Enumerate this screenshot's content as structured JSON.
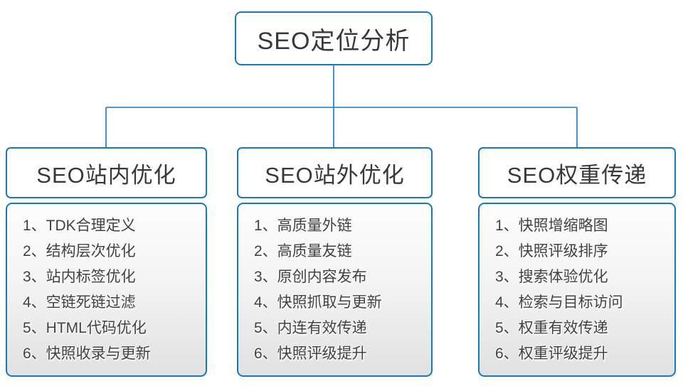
{
  "colors": {
    "accent": "#1878be",
    "card_background": "#ffffff",
    "list_gradient_top": "#fdfdfd",
    "list_gradient_bottom": "#e1e1e1",
    "text": "#3c3c3c"
  },
  "diagram": {
    "root": {
      "label": "SEO定位分析"
    },
    "branches": [
      {
        "title": "SEO站内优化",
        "items": [
          "1、TDK合理定义",
          "2、结构层次优化",
          "3、站内标签优化",
          "4、空链死链过滤",
          "5、HTML代码优化",
          "6、快照收录与更新"
        ]
      },
      {
        "title": "SEO站外优化",
        "items": [
          "1、高质量外链",
          "2、高质量友链",
          "3、原创内容发布",
          "4、快照抓取与更新",
          "5、内连有效传递",
          "6、快照评级提升"
        ]
      },
      {
        "title": "SEO权重传递",
        "items": [
          "1、快照增缩略图",
          "2、快照评级排序",
          "3、搜索体验优化",
          "4、检索与目标访问",
          "5、权重有效传递",
          "6、权重评级提升"
        ]
      }
    ]
  }
}
